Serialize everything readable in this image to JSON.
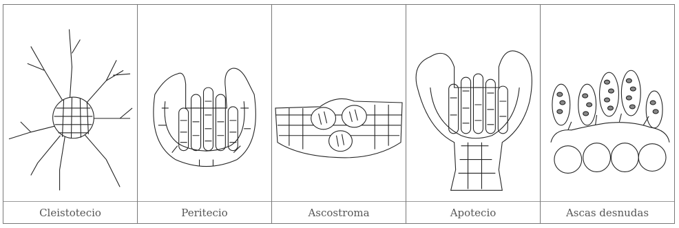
{
  "panels": [
    {
      "id": "cleistotecio",
      "label": "Cleistotecio"
    },
    {
      "id": "peritecio",
      "label": "Peritecio"
    },
    {
      "id": "ascostroma",
      "label": "Ascostroma"
    },
    {
      "id": "apotecio",
      "label": "Apotecio"
    },
    {
      "id": "ascas-desnudas",
      "label": "Ascas desnudas"
    }
  ]
}
